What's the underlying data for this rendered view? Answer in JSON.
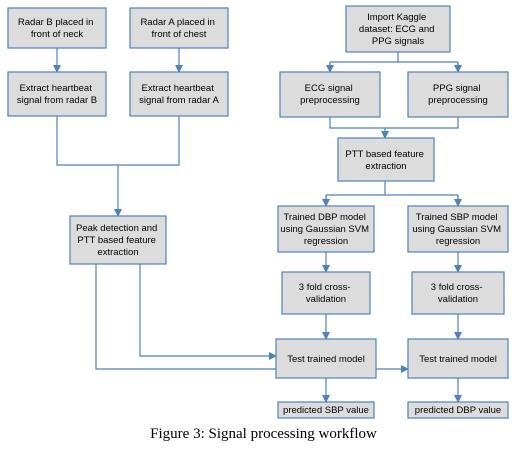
{
  "nodes": {
    "radar_b": [
      "Radar B placed in",
      "front of neck"
    ],
    "radar_a": [
      "Radar A placed in",
      "front of chest"
    ],
    "import": [
      "Import Kaggle",
      "dataset: ECG and",
      "PPG signals"
    ],
    "extract_b": [
      "Extract heartbeat",
      "signal from radar B"
    ],
    "extract_a": [
      "Extract heartbeat",
      "signal from radar A"
    ],
    "ecg_pre": [
      "ECG signal",
      "preprocessing"
    ],
    "ppg_pre": [
      "PPG signal",
      "preprocessing"
    ],
    "ptt_feat": [
      "PTT based feature",
      "extraction"
    ],
    "peak_det": [
      "Peak detection and",
      "PTT based feature",
      "extraction"
    ],
    "dbp_model": [
      "Trained DBP model",
      "using Gaussian SVM",
      "regression"
    ],
    "sbp_model": [
      "Trained SBP model",
      "using Gaussian SVM",
      "regression"
    ],
    "cv_left": [
      "3 fold cross-",
      "validation"
    ],
    "cv_right": [
      "3 fold cross-",
      "validation"
    ],
    "test_left": [
      "Test trained model"
    ],
    "test_right": [
      "Test trained model"
    ],
    "out_sbp": [
      "predicted SBP value"
    ],
    "out_dbp": [
      "predicted DBP value"
    ]
  },
  "caption": "Figure 3: Signal processing workflow",
  "colors": {
    "box_fill": "#dcdcdc",
    "line": "#4f81bd",
    "text": "#000000"
  }
}
